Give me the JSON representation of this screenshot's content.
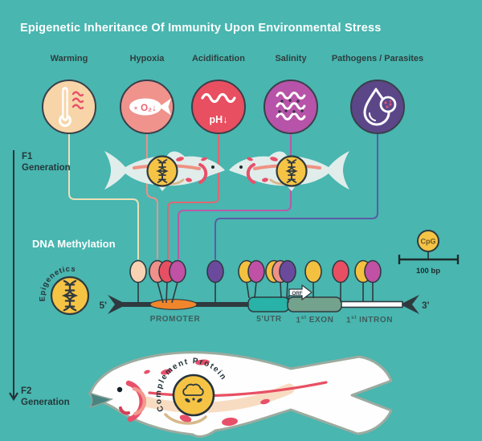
{
  "background": "#49b6b0",
  "title": "Epigenetic Inheritance Of Immunity Upon Environmental Stress",
  "stressors": [
    {
      "label": "Warming",
      "color": "#f7d5a8",
      "line_color": "#ece0b6"
    },
    {
      "label": "Hypoxia",
      "color": "#ef938c",
      "line_color": "#ee9089"
    },
    {
      "label": "Acidification",
      "color": "#e84f60",
      "line_color": "#e06671"
    },
    {
      "label": "Salinity",
      "color": "#b753a8",
      "line_color": "#b75aa8"
    },
    {
      "label": "Pathogens / Parasites",
      "color": "#5b4787",
      "line_color": "#5a5ca6"
    }
  ],
  "icons": {
    "o2": "O₂↓",
    "x": "×",
    "ph": "pH↓"
  },
  "f1": {
    "label_line1": "F1",
    "label_line2": "Generation"
  },
  "f2": {
    "label_line1": "F2",
    "label_line2": "Generation"
  },
  "methylation": {
    "heading": "DNA Methylation",
    "epigenetics_badge": "Epigenetics",
    "five_prime": "5'",
    "three_prime": "3'",
    "promoter": "PROMOTER",
    "utr": "5'UTR",
    "exon_num": "1",
    "exon_sup": "st",
    "exon_word": "EXON",
    "intron_num": "1",
    "intron_sup": "st",
    "intron_word": "INTRON",
    "orf": "ORF",
    "legend": {
      "cpg": "CpG",
      "scale": "100 bp"
    }
  },
  "f2_badge": "Complement Protein",
  "palette": {
    "cream": "#f8d2b2",
    "salmon": "#f0908a",
    "red": "#e84f63",
    "magenta": "#c051a5",
    "purple": "#6b4a9e",
    "yellow": "#f3c13f",
    "orange": "#f0862c",
    "utr_teal": "#29b2a8",
    "exon_sage": "#73a28d",
    "badge_yellow": "#f6c445",
    "dark": "#2f3a3e"
  }
}
